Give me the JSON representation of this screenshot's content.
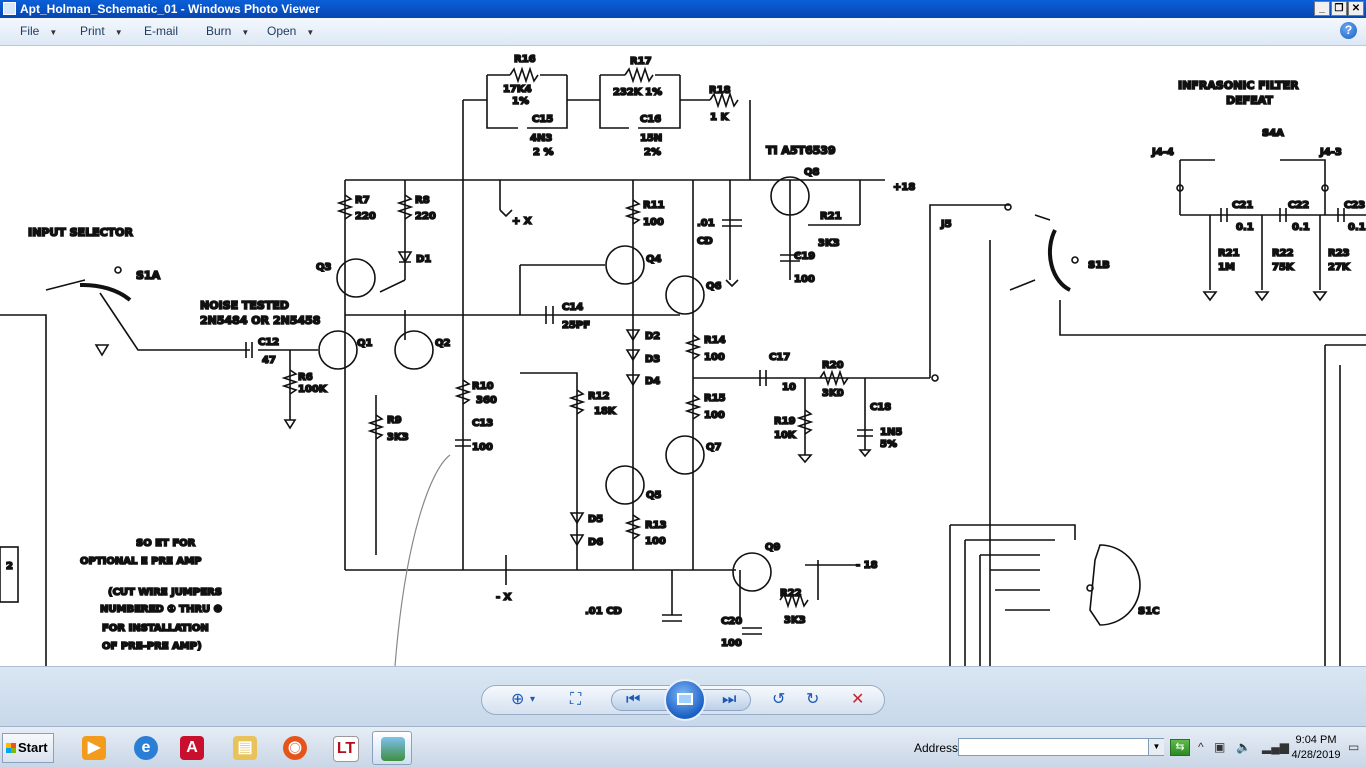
{
  "window": {
    "title": "Apt_Holman_Schematic_01 - Windows Photo Viewer",
    "min_label": "_",
    "restore_label": "❐",
    "close_label": "✕"
  },
  "menu": {
    "file": "File",
    "print": "Print",
    "email": "E-mail",
    "burn": "Burn",
    "open": "Open",
    "help": "?"
  },
  "schematic": {
    "input_selector": "INPUT SELECTOR",
    "s1a": "S1A",
    "noise_tested_1": "NOISE TESTED",
    "noise_tested_2": "2N5484 OR 2N5458",
    "c12": "C12",
    "c12_val": "47",
    "r6": "R6",
    "r6_val": "100K",
    "q1": "Q1",
    "q2": "Q2",
    "q3": "Q3",
    "r7": "R7",
    "r7_val": "220",
    "r8": "R8",
    "r8_val": "220",
    "d1": "D1",
    "r9": "R9",
    "r9_val": "3K3",
    "r10": "R10",
    "r10_val": "360",
    "c13": "C13",
    "c13_val": "100",
    "r16": "R16",
    "r16_val": "17K4",
    "r16_tol": "1%",
    "c15": "C15",
    "c15_val": "4N3",
    "c15_tol": "2 %",
    "r17": "R17",
    "r17_val": "232K 1%",
    "c16": "C16",
    "c16_val": "15N",
    "c16_tol": "2%",
    "r18": "R18",
    "r18_val": "1 K",
    "plus_x": "+ X",
    "minus_x": "- X",
    "r11": "R11",
    "r11_val": "100",
    "q4": "Q4",
    "q6": "Q6",
    "cap01_top": ".01",
    "cd_top": "CD",
    "c14": "C14",
    "c14_val": "25PF",
    "d2": "D2",
    "d3": "D3",
    "d4": "D4",
    "r14": "R14",
    "r14_val": "100",
    "r15": "R15",
    "r15_val": "100",
    "r12": "R12",
    "r12_val": "18K",
    "q5": "Q5",
    "q7": "Q7",
    "d5": "D5",
    "d6": "D6",
    "r13": "R13",
    "r13_val": "100",
    "cap01_bottom": ".01 CD",
    "ti": "TI A5T6539",
    "q8": "Q8",
    "plus18": "+18",
    "r21": "R21",
    "r21_val": "3K3",
    "c19": "C19",
    "c19_val": "100",
    "c17": "C17",
    "c17_val": "10",
    "r20": "R20",
    "r20_val": "3K0",
    "c18": "C18",
    "c18_val": "1N5",
    "c18_tol": "5%",
    "r19": "R19",
    "r19_val": "10K",
    "q9": "Q9",
    "minus18": "- 18",
    "r22": "R22",
    "r22_val": "3K3",
    "c20": "C20",
    "c20_val": "100",
    "socket_1": "SO  ET FOR",
    "socket_2": "OPTIONAL  E PRE AMP",
    "note_1": "(CUT WIRE JUMPERS",
    "note_2": "NUMBERED ① THRU ④",
    "note_3": "FOR INSTALLATION",
    "note_4": "OF PRE-PRE AMP)",
    "j5": "J5",
    "s1b": "S1B",
    "s1c": "S1C",
    "infrasonic_1": "INFRASONIC FILTER",
    "infrasonic_2": "DEFEAT",
    "s4a": "S4A",
    "j4_4": "J4-4",
    "j4_3": "J4-3",
    "c21": "C21",
    "c21_val": "0.1",
    "c22": "C22",
    "c22_val": "0.1",
    "c23": "C23",
    "c23_val": "0.1",
    "r21b": "R21",
    "r21b_val": "1M",
    "r22b": "R22",
    "r22b_val": "75K",
    "r23": "R23",
    "r23_val": "27K",
    "box_left_label": "2"
  },
  "viewer_toolbar": {
    "zoom_icon": "⊕",
    "zoom_caret": "▾",
    "fit_icon": "⛶",
    "prev_icon": "⏮",
    "next_icon": "⏭",
    "rotate_ccw_icon": "↺",
    "rotate_cw_icon": "↻",
    "delete_icon": "✕"
  },
  "taskbar": {
    "start": "Start",
    "address_label": "Address",
    "address_value": "",
    "address_drop": "▼",
    "address_go": "⇆",
    "tray_up": "^",
    "time": "9:04 PM",
    "date": "4/28/2019"
  },
  "colors": {
    "titlebar": "#0a5fd8",
    "ink": "#111111"
  }
}
